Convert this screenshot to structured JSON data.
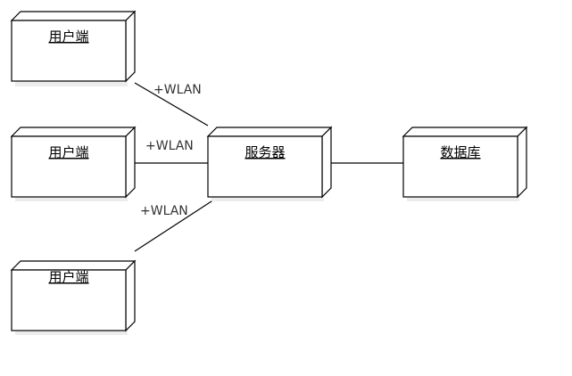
{
  "nodes": {
    "client1": {
      "label": "用户端"
    },
    "client2": {
      "label": "用户端"
    },
    "client3": {
      "label": "用户端"
    },
    "server": {
      "label": "服务器"
    },
    "database": {
      "label": "数据库"
    }
  },
  "edges": {
    "client1_server": {
      "label": "+WLAN"
    },
    "client2_server": {
      "label": "+WLAN"
    },
    "client3_server": {
      "label": "+WLAN"
    },
    "server_database": {
      "label": ""
    }
  }
}
